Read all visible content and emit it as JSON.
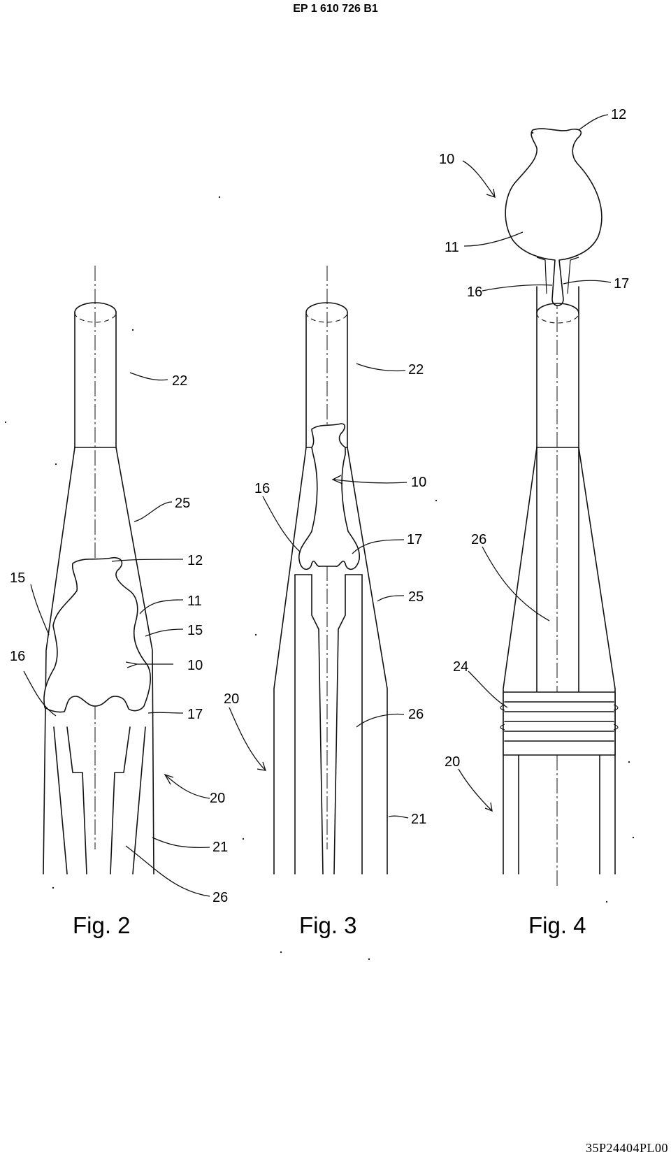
{
  "header": "EP 1 610 726 B1",
  "footer": "35P24404PL00",
  "figures": [
    {
      "caption": "Fig. 2",
      "refs": {
        "r22": "22",
        "r25": "25",
        "r12": "12",
        "r15a": "15",
        "r11": "11",
        "r15b": "15",
        "r16": "16",
        "r10": "10",
        "r17": "17",
        "r20": "20",
        "r21": "21",
        "r26": "26"
      }
    },
    {
      "caption": "Fig. 3",
      "refs": {
        "r22": "22",
        "r10": "10",
        "r16": "16",
        "r17": "17",
        "r25": "25",
        "r20": "20",
        "r26": "26",
        "r21": "21"
      }
    },
    {
      "caption": "Fig. 4",
      "refs": {
        "r12": "12",
        "r10": "10",
        "r11": "11",
        "r16": "16",
        "r17": "17",
        "r26": "26",
        "r24": "24",
        "r20": "20"
      }
    }
  ]
}
